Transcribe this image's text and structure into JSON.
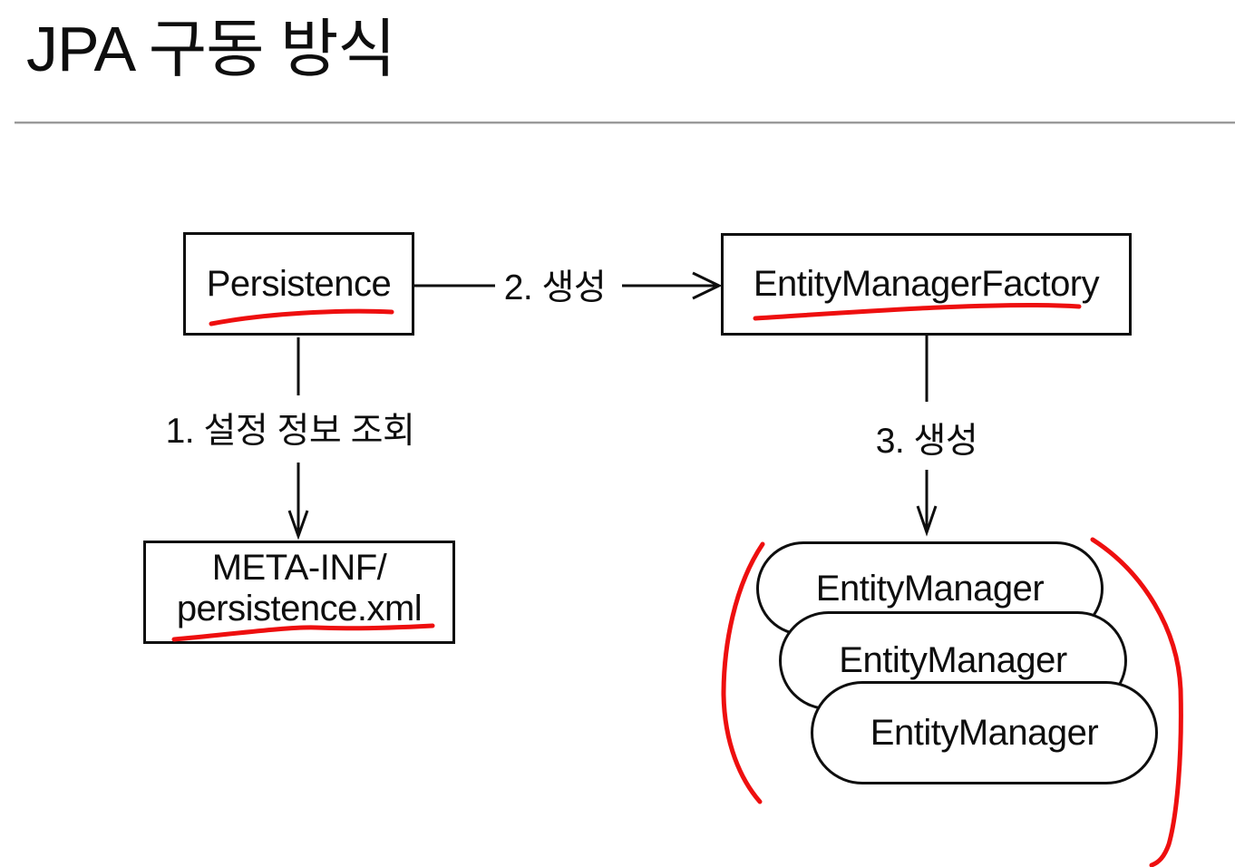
{
  "slide": {
    "title": "JPA 구동 방식"
  },
  "diagram": {
    "persistence": {
      "label": "Persistence"
    },
    "entity_manager_factory": {
      "label": "EntityManagerFactory"
    },
    "meta_inf": {
      "line1": "META-INF/",
      "line2": "persistence.xml"
    },
    "entity_managers": [
      {
        "label": "EntityManager"
      },
      {
        "label": "EntityManager"
      },
      {
        "label": "EntityManager"
      }
    ],
    "steps": {
      "step1": "1. 설정 정보 조회",
      "step2": "2. 생성",
      "step3": "3. 생성"
    },
    "annotations": [
      "red-underline-persistence",
      "red-underline-entity-manager-factory",
      "red-underline-persistence-xml",
      "red-paren-left",
      "red-paren-right"
    ]
  },
  "colors": {
    "ink": "#0e0e0e",
    "annotation_red": "#ee0f0f",
    "divider_gray": "#9a9a9a",
    "background": "#ffffff"
  }
}
